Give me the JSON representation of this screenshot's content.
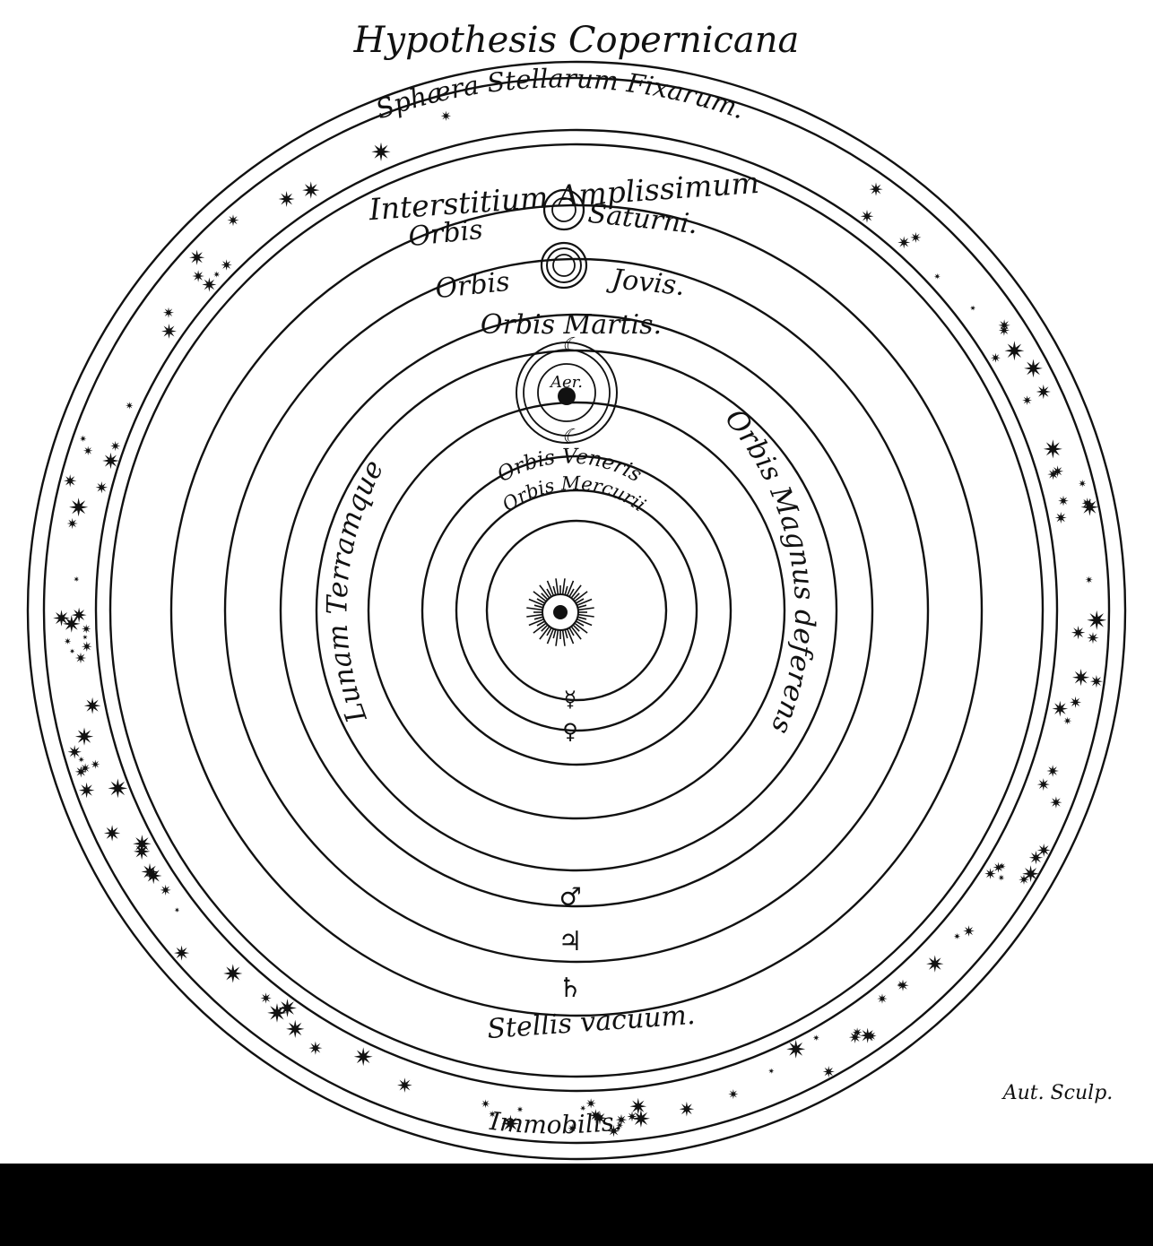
{
  "title": "Hypothesis Copernicana",
  "labels": {
    "sphaera": "Sphæra Stellarum Fixarum.",
    "interstitium": "Interstitium Amplissimum",
    "orbis_saturni": "Orbis",
    "saturni": "Saturni.",
    "orbis_jovis": "Orbis",
    "jovis": "Jovis.",
    "orbis_martis": "Orbis Martis.",
    "aer": "Aer.",
    "orbis_veneris": "Orbis Veneris",
    "orbis_mercurii": "Orbis Mercurii",
    "lunam": "Lunam Terramque",
    "orbis_magnus": "Orbis Magnus deferens",
    "stellis": "Stellis vacuum.",
    "immobilis": "Immobilis.",
    "signature": "Aut. Sculp."
  },
  "symbols": {
    "moon": "☾",
    "mercury": "☿",
    "venus": "♀",
    "mars": "♂",
    "jupiter": "♃",
    "saturn": "♄"
  },
  "colors": {
    "ink": "#111111",
    "paper": "#ffffff",
    "band": "#000000"
  }
}
